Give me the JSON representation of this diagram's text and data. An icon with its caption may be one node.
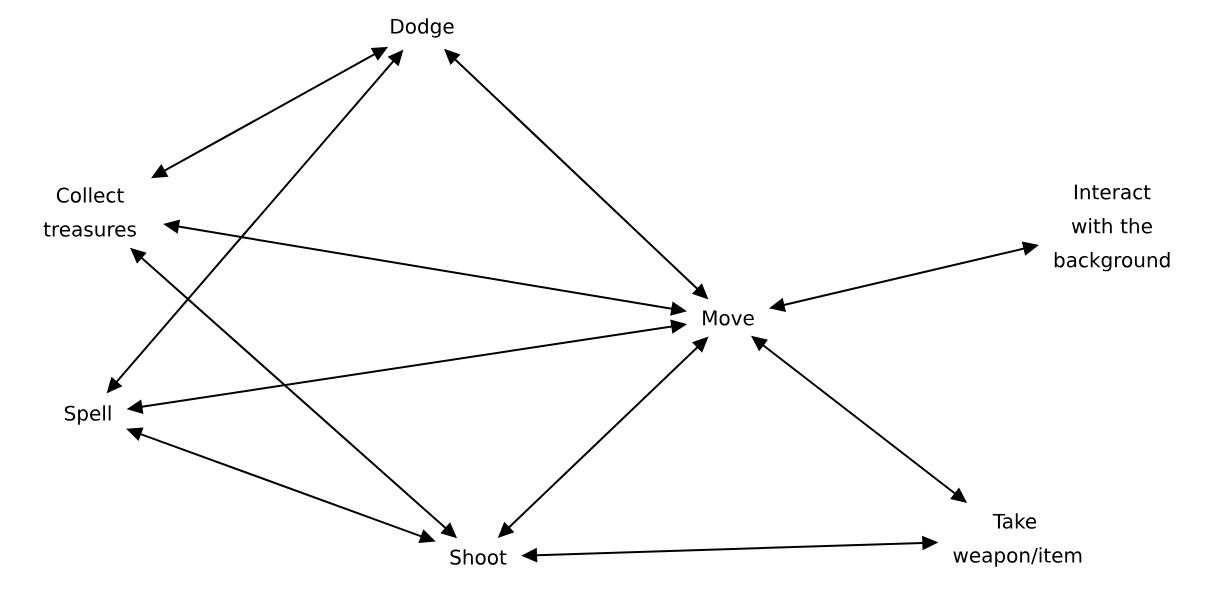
{
  "diagram": {
    "nodes": [
      {
        "text": [
          "Dodge"
        ]
      },
      {
        "text": [
          "Collect treasures"
        ]
      },
      {
        "text": [
          "Interact with the background"
        ]
      },
      {
        "text": [
          "Move"
        ]
      },
      {
        "text": [
          "Spell"
        ]
      },
      {
        "text": [
          "Shoot"
        ]
      },
      {
        "text": [
          "Take weapon/item"
        ]
      }
    ],
    "edges": [
      {
        "from": 0,
        "to": 1,
        "arrow": "both"
      },
      {
        "from": 0,
        "to": 4,
        "arrow": "both"
      },
      {
        "from": 0,
        "to": 3,
        "arrow": "both"
      },
      {
        "from": 1,
        "to": 3,
        "arrow": "both"
      },
      {
        "from": 1,
        "to": 5,
        "arrow": "both"
      },
      {
        "from": 4,
        "to": 3,
        "arrow": "both"
      },
      {
        "from": 4,
        "to": 5,
        "arrow": "both"
      },
      {
        "from": 5,
        "to": 3,
        "arrow": "both"
      },
      {
        "from": 3,
        "to": 2,
        "arrow": "both"
      },
      {
        "from": 3,
        "to": 6,
        "arrow": "both"
      },
      {
        "from": 5,
        "to": 6,
        "arrow": "both"
      }
    ]
  }
}
